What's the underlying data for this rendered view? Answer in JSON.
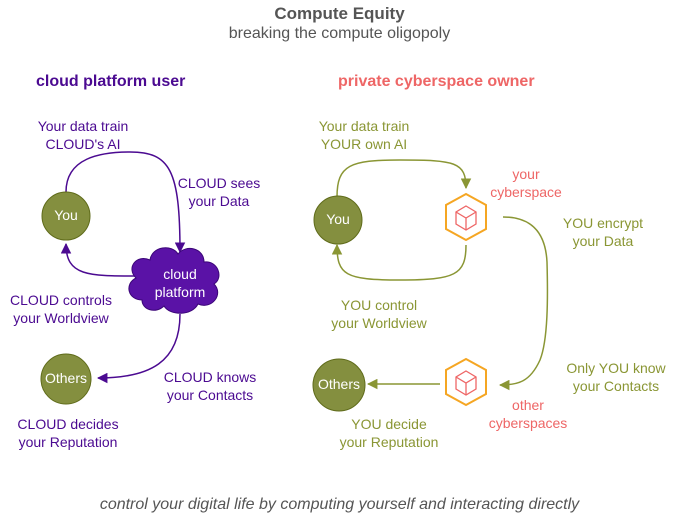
{
  "title": "Compute Equity",
  "subtitle": "breaking the compute oligopoly",
  "footer": "control your digital life by computing yourself and interacting directly",
  "colors": {
    "purple": "#4b0a91",
    "olive": "#8a9634",
    "olive_node": "#848f3f",
    "salmon": "#ee6666",
    "orange": "#f5a623"
  },
  "left": {
    "heading": "cloud platform user",
    "you": "You",
    "cloud": [
      "cloud",
      "platform"
    ],
    "others": "Others",
    "labels": {
      "train": [
        "Your data train",
        "CLOUD's AI"
      ],
      "sees": [
        "CLOUD sees",
        "your Data"
      ],
      "controls": [
        "CLOUD controls",
        "your Worldview"
      ],
      "knows": [
        "CLOUD knows",
        "your Contacts"
      ],
      "decides": [
        "CLOUD decides",
        "your Reputation"
      ]
    }
  },
  "right": {
    "heading": "private cyberspace owner",
    "you": "You",
    "others": "Others",
    "labels": {
      "train": [
        "Your data train",
        "YOUR own AI"
      ],
      "your_cyberspace": [
        "your",
        "cyberspace"
      ],
      "encrypt": [
        "YOU encrypt",
        "your Data"
      ],
      "control": [
        "YOU control",
        "your Worldview"
      ],
      "know": [
        "Only YOU know",
        "your Contacts"
      ],
      "other_cyberspaces": [
        "other",
        "cyberspaces"
      ],
      "decide": [
        "YOU decide",
        "your Reputation"
      ]
    }
  },
  "icons": {
    "cyberspace": "hexagon-cube-icon"
  }
}
